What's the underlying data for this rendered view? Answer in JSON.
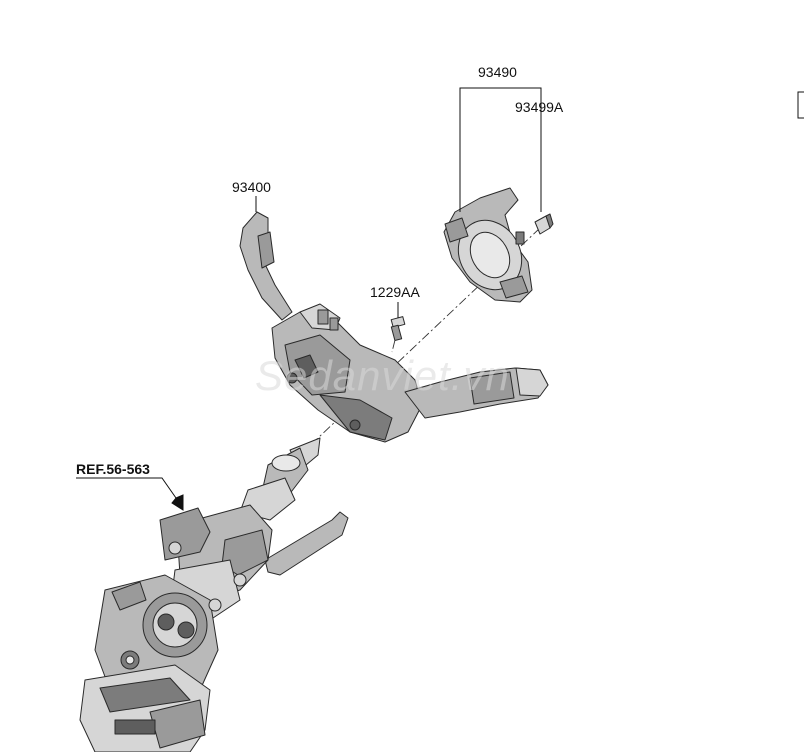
{
  "labels": {
    "p93490": "93490",
    "p93499A": "93499A",
    "p93400": "93400",
    "p1229AA": "1229AA",
    "ref": "REF.56-563"
  },
  "watermark": "Sedanviet.vn",
  "colors": {
    "background": "#ffffff",
    "part_fill": "#b9b9b9",
    "part_dark": "#5e5e5e",
    "line": "#111111"
  },
  "icons": {
    "clock_spring": "clock-spring-icon",
    "multifunction_switch": "multifunction-switch-icon",
    "screw": "screw-icon",
    "bolt": "bolt-icon",
    "steering_column": "steering-column-icon",
    "arrow": "arrow-icon"
  }
}
